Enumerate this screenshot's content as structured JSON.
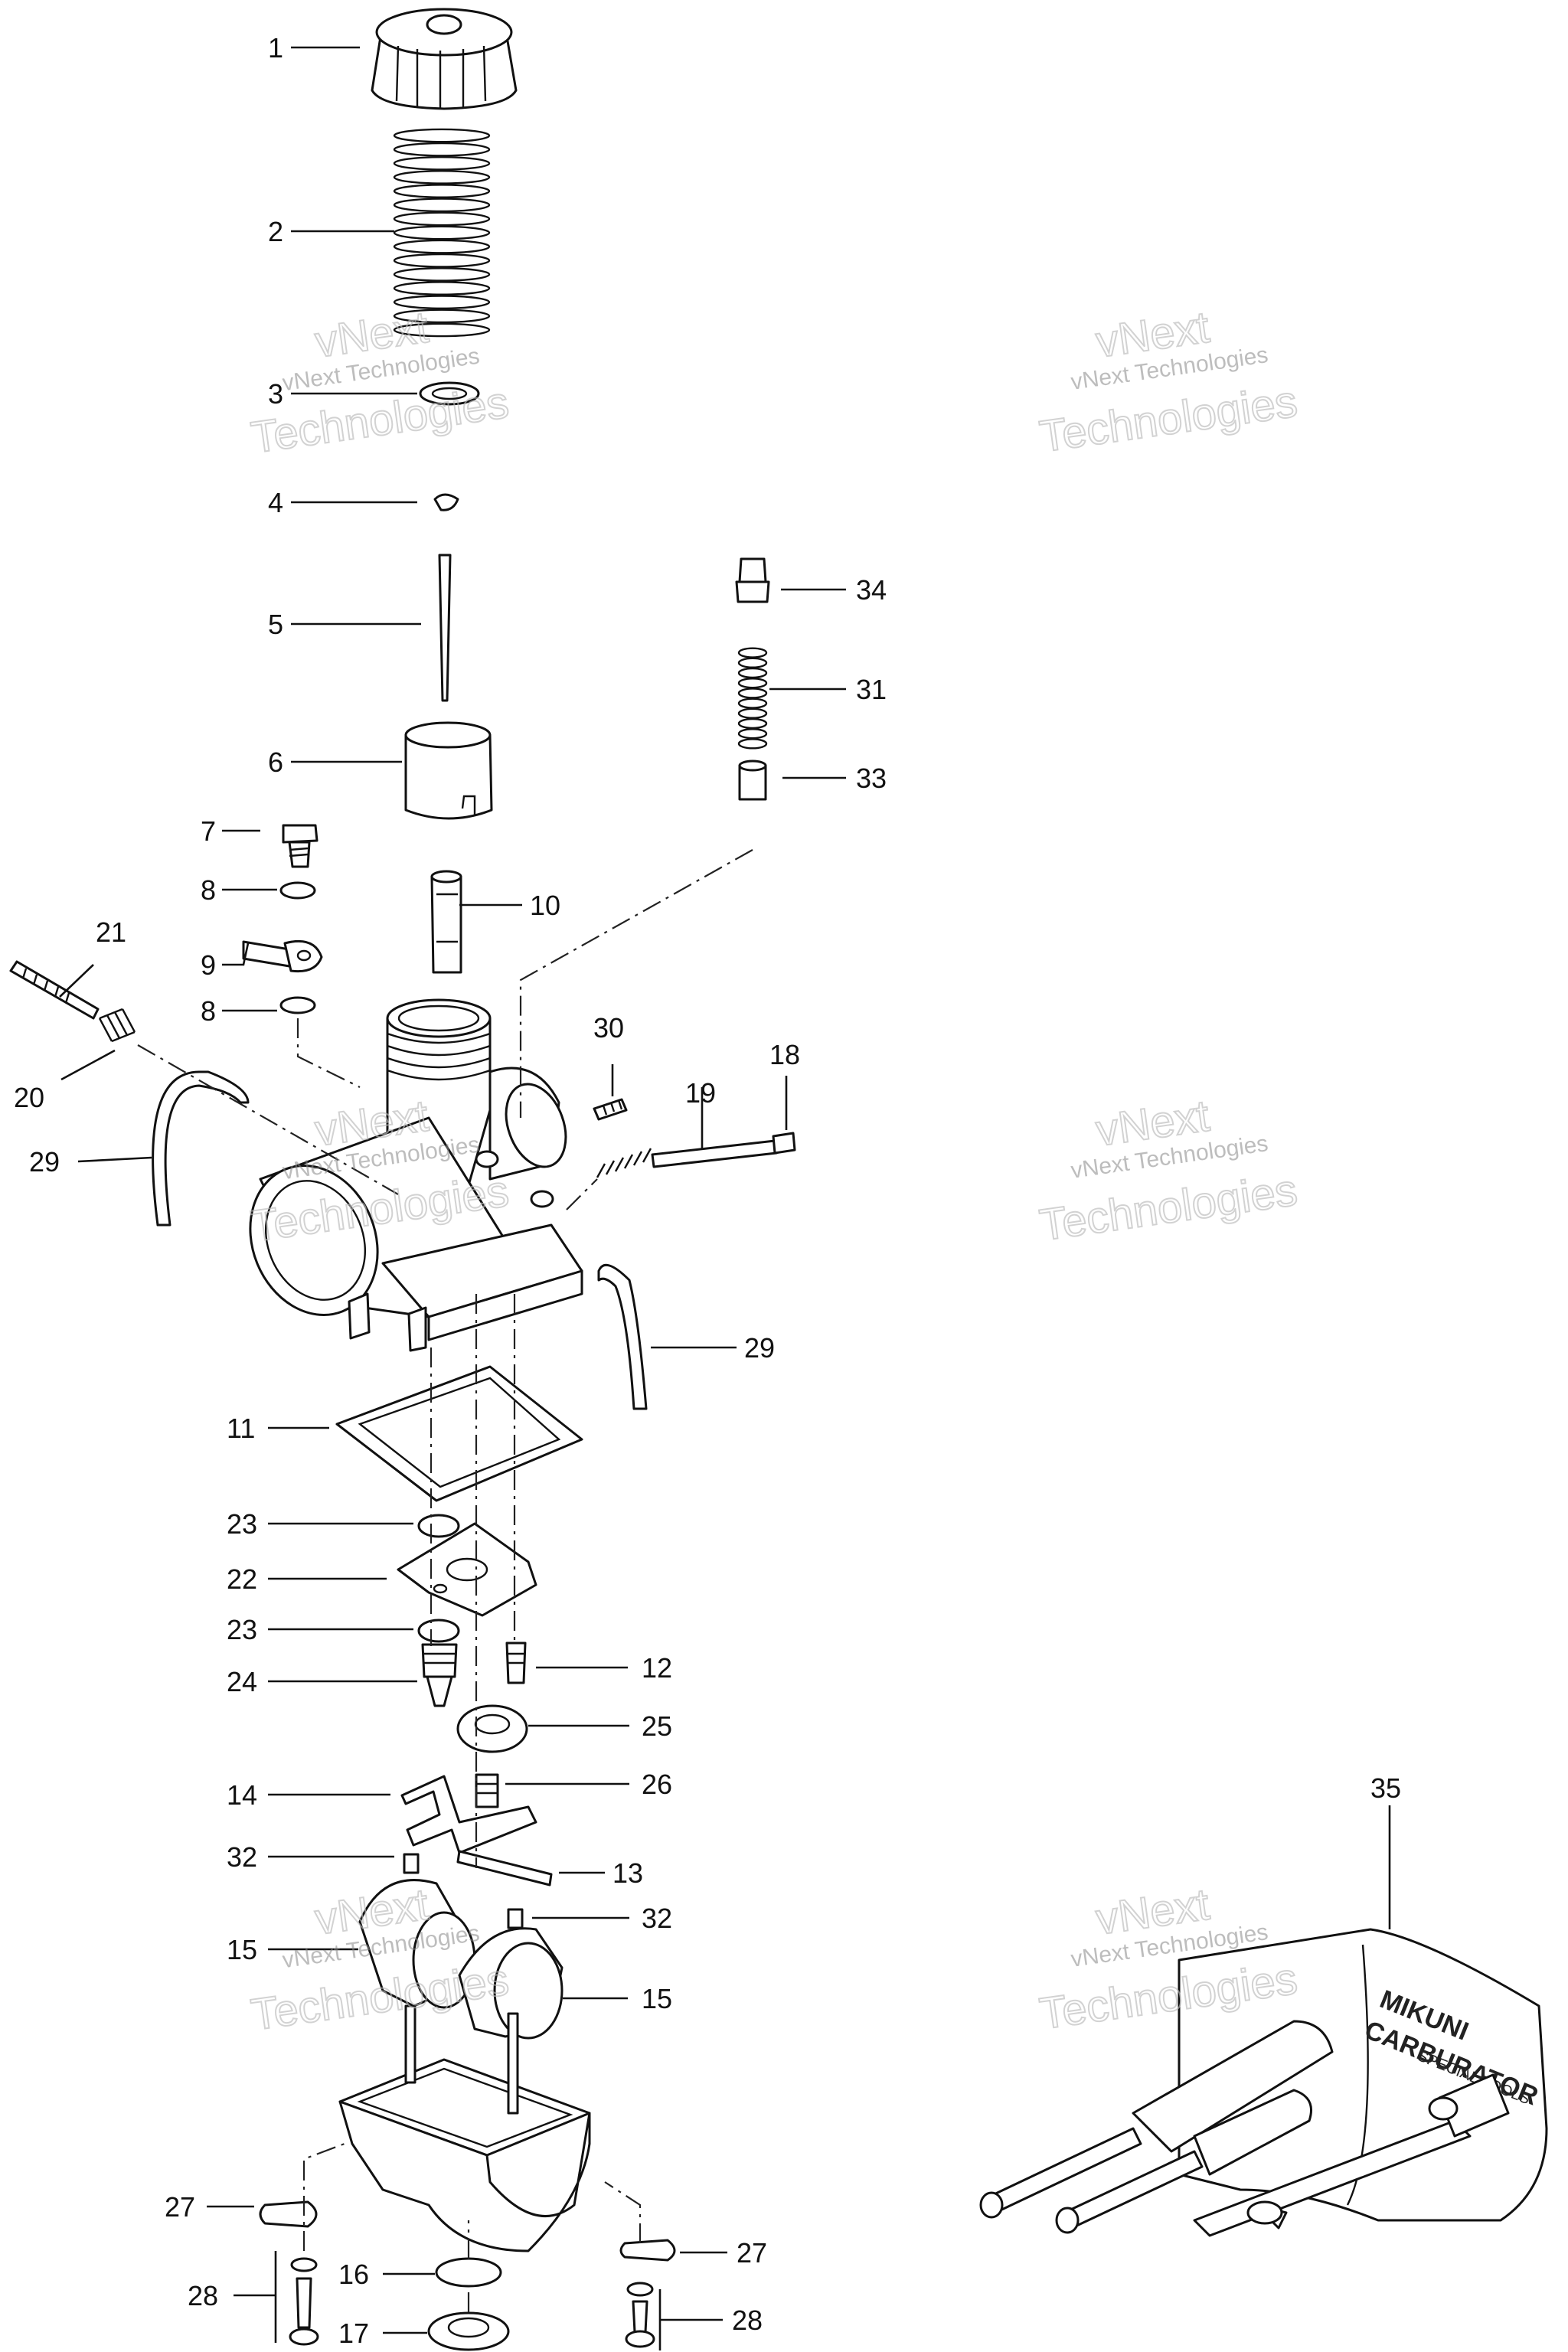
{
  "watermark": {
    "line1": "vNext Technologies",
    "line2": "Technologies",
    "line0": "vNext"
  },
  "callouts": [
    {
      "id": "c1",
      "label": "1"
    },
    {
      "id": "c2",
      "label": "2"
    },
    {
      "id": "c3",
      "label": "3"
    },
    {
      "id": "c4",
      "label": "4"
    },
    {
      "id": "c5",
      "label": "5"
    },
    {
      "id": "c6",
      "label": "6"
    },
    {
      "id": "c7",
      "label": "7"
    },
    {
      "id": "c8a",
      "label": "8"
    },
    {
      "id": "c9",
      "label": "9"
    },
    {
      "id": "c8b",
      "label": "8"
    },
    {
      "id": "c10",
      "label": "10"
    },
    {
      "id": "c21",
      "label": "21"
    },
    {
      "id": "c20",
      "label": "20"
    },
    {
      "id": "c29a",
      "label": "29"
    },
    {
      "id": "c30",
      "label": "30"
    },
    {
      "id": "c19",
      "label": "19"
    },
    {
      "id": "c18",
      "label": "18"
    },
    {
      "id": "c34",
      "label": "34"
    },
    {
      "id": "c31",
      "label": "31"
    },
    {
      "id": "c33",
      "label": "33"
    },
    {
      "id": "c29b",
      "label": "29"
    },
    {
      "id": "c11",
      "label": "11"
    },
    {
      "id": "c23a",
      "label": "23"
    },
    {
      "id": "c22",
      "label": "22"
    },
    {
      "id": "c23b",
      "label": "23"
    },
    {
      "id": "c24",
      "label": "24"
    },
    {
      "id": "c12",
      "label": "12"
    },
    {
      "id": "c25",
      "label": "25"
    },
    {
      "id": "c14",
      "label": "14"
    },
    {
      "id": "c26",
      "label": "26"
    },
    {
      "id": "c32a",
      "label": "32"
    },
    {
      "id": "c13",
      "label": "13"
    },
    {
      "id": "c15a",
      "label": "15"
    },
    {
      "id": "c32b",
      "label": "32"
    },
    {
      "id": "c15b",
      "label": "15"
    },
    {
      "id": "c27a",
      "label": "27"
    },
    {
      "id": "c27b",
      "label": "27"
    },
    {
      "id": "c28a",
      "label": "28"
    },
    {
      "id": "c16",
      "label": "16"
    },
    {
      "id": "c28b",
      "label": "28"
    },
    {
      "id": "c17",
      "label": "17"
    },
    {
      "id": "c35",
      "label": "35"
    }
  ],
  "tool_bag": {
    "lettering_line1": "MIKUNI",
    "lettering_line2": "CARBURATOR",
    "lettering_line3": "SPECIAL TOOLS"
  }
}
